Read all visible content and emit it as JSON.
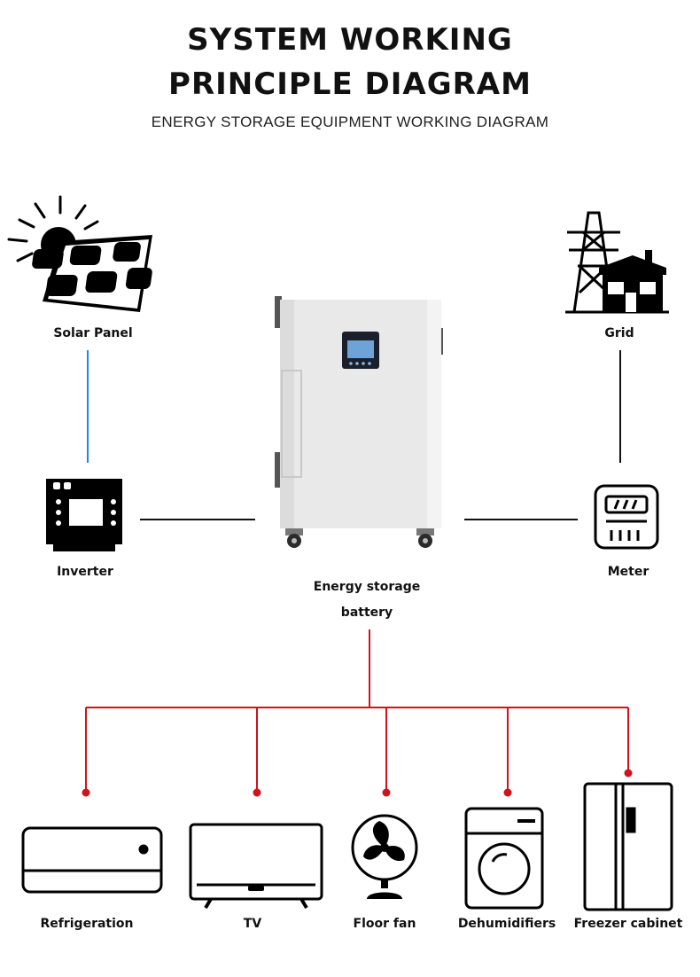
{
  "header": {
    "title_line1": "SYSTEM WORKING",
    "title_line2": "PRINCIPLE DIAGRAM",
    "subtitle": "ENERGY STORAGE EQUIPMENT WORKING DIAGRAM"
  },
  "nodes": {
    "solar_panel": "Solar Panel",
    "grid": "Grid",
    "inverter": "Inverter",
    "meter": "Meter",
    "battery_line1": "Energy storage",
    "battery_line2": "battery"
  },
  "appliances": {
    "refrigeration": "Refrigeration",
    "tv": "TV",
    "floor_fan": "Floor fan",
    "dehumidifiers": "Dehumidifiers",
    "freezer_cabinet": "Freezer cabinet"
  },
  "colors": {
    "solar_link": "#1e88e5",
    "load_link": "#d0121b",
    "ac_link": "#111111",
    "battery_body": "#e9e9e9"
  }
}
